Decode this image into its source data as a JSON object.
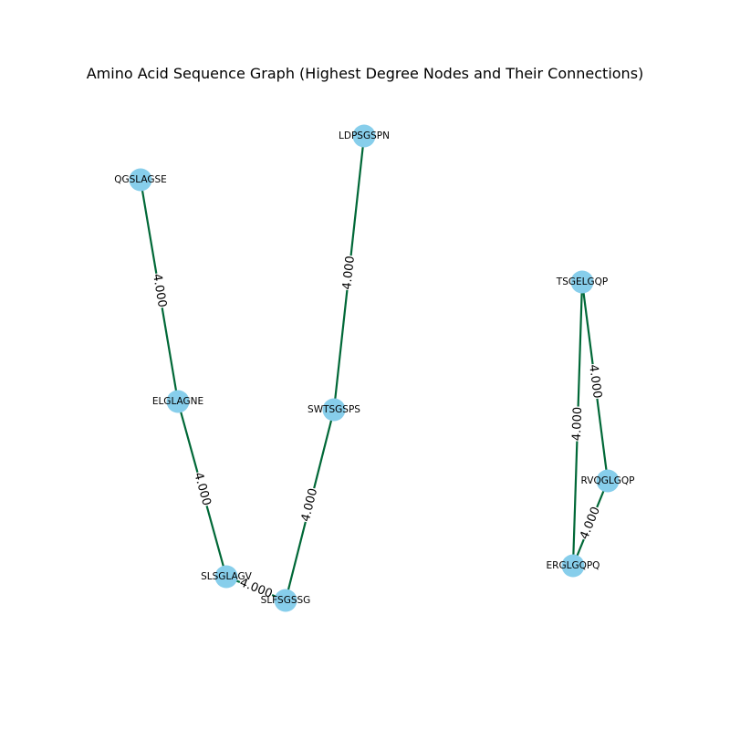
{
  "title": "Amino Acid Sequence Graph (Highest Degree Nodes and Their Connections)",
  "colors": {
    "node_fill": "#87ceeb",
    "edge": "#006837",
    "label": "#000000",
    "background": "#ffffff"
  },
  "nodes": [
    {
      "id": "LDPSGSPN"
    },
    {
      "id": "QGSLAGSE"
    },
    {
      "id": "ELGLAGNE"
    },
    {
      "id": "SWTSGSPS"
    },
    {
      "id": "SLSGLAGV"
    },
    {
      "id": "SLFSGSSG"
    },
    {
      "id": "TSGELGQP"
    },
    {
      "id": "RVQGLGQP"
    },
    {
      "id": "ERGLGQPQ"
    }
  ],
  "edges": [
    {
      "source": "QGSLAGSE",
      "target": "ELGLAGNE",
      "weight": "4.000"
    },
    {
      "source": "ELGLAGNE",
      "target": "SLSGLAGV",
      "weight": "4.000"
    },
    {
      "source": "SLSGLAGV",
      "target": "SLFSGSSG",
      "weight": "4.000"
    },
    {
      "source": "SLFSGSSG",
      "target": "SWTSGSPS",
      "weight": "4.000"
    },
    {
      "source": "SWTSGSPS",
      "target": "LDPSGSPN",
      "weight": "4.000"
    },
    {
      "source": "TSGELGQP",
      "target": "RVQGLGQP",
      "weight": "4.000"
    },
    {
      "source": "TSGELGQP",
      "target": "ERGLGQPQ",
      "weight": "4.000"
    },
    {
      "source": "RVQGLGQP",
      "target": "ERGLGQPQ",
      "weight": "4.000"
    }
  ]
}
